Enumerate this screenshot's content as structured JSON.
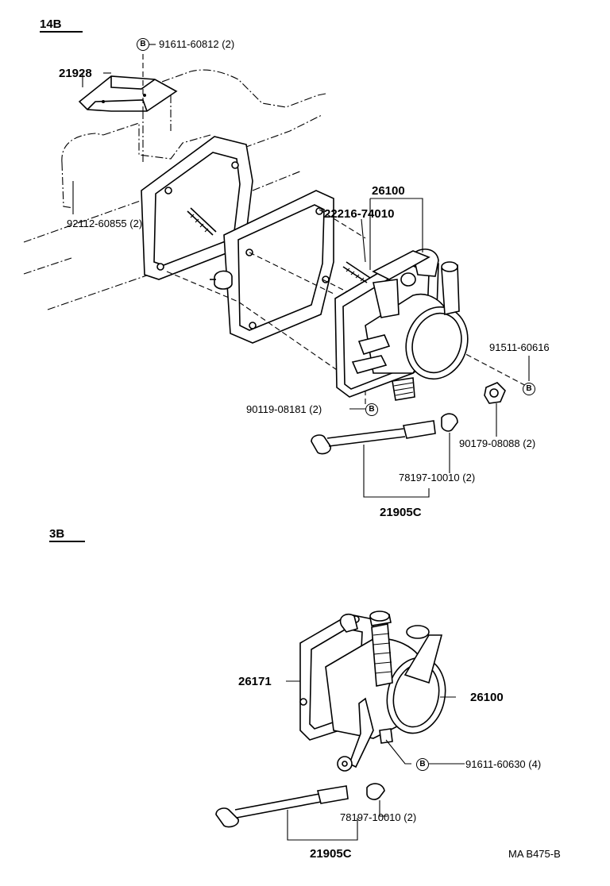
{
  "sections": {
    "top": "14B",
    "bottom": "3B"
  },
  "badge_letter": "B",
  "labels": {
    "p21928": "21928",
    "p91611_60812": "91611-60812",
    "q91611_60812": "(2)",
    "p92112_60855": "92112-60855",
    "q92112_60855": "(2)",
    "p26100_top": "26100",
    "p22216_74010": "22216-74010",
    "p91511_60616": "91511-60616",
    "p90119_08181": "90119-08181",
    "q90119_08181": "(2)",
    "p90179_08088": "90179-08088",
    "q90179_08088": "(2)",
    "p78197_10010_top": "78197-10010",
    "q78197_10010_top": "(2)",
    "p21905C_top": "21905C",
    "p26171": "26171",
    "p26100_bottom": "26100",
    "p91611_60630": "91611-60630",
    "q91611_60630": "(4)",
    "p78197_10010_bottom": "78197-10010",
    "q78197_10010_bottom": "(2)",
    "p21905C_bottom": "21905C"
  },
  "figure_code": "MA B475-B"
}
